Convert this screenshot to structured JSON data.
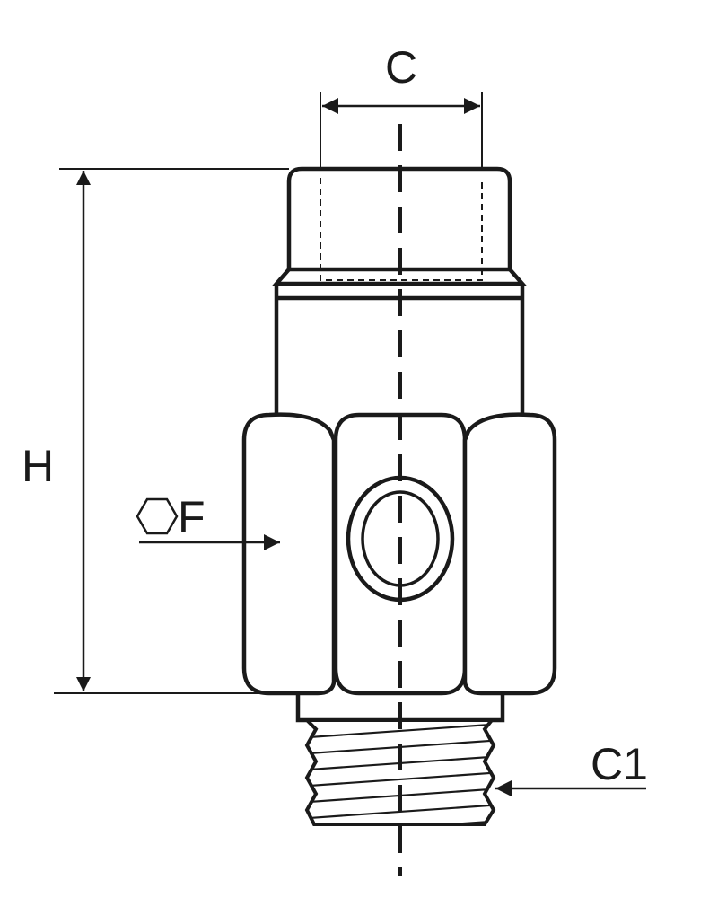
{
  "labels": {
    "c": "C",
    "h": "H",
    "f": "F",
    "c1": "C1"
  },
  "icons": {
    "f_symbol": "hexagon-icon"
  },
  "colors": {
    "line": "#1a1a1a",
    "background": "#ffffff"
  }
}
